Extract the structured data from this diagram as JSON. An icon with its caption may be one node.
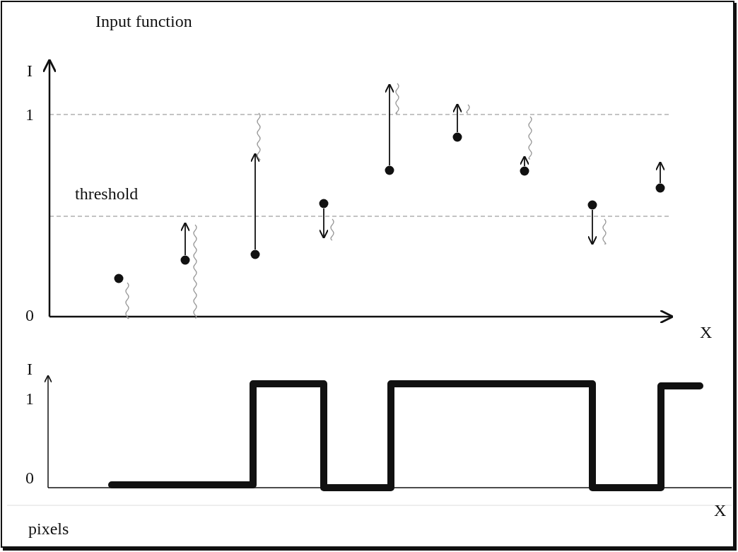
{
  "diagram": {
    "title": "Input function",
    "labels": [
      "I",
      "1",
      "threshold",
      "0",
      "X",
      "I",
      "1",
      "0",
      "pixels",
      "X"
    ]
  }
}
